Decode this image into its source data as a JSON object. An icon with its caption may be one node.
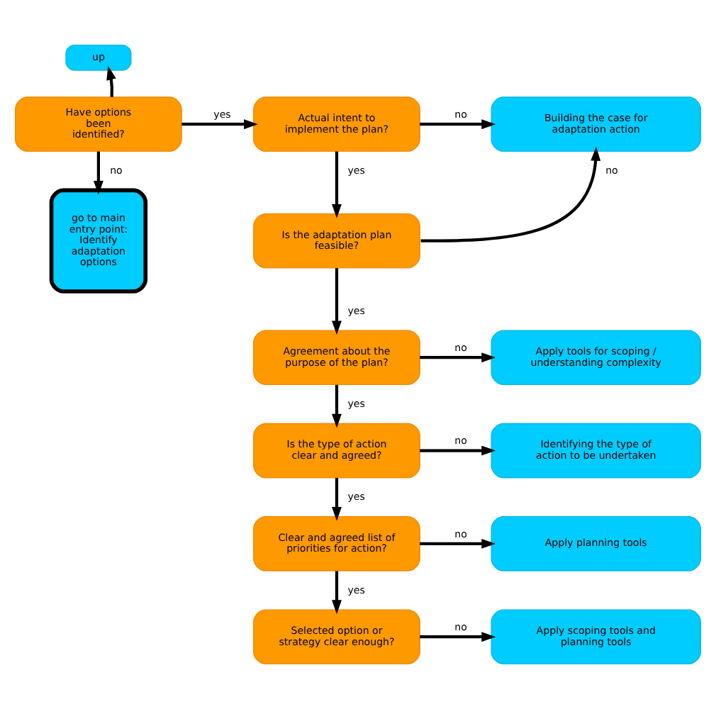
{
  "diagram": {
    "nodes": [
      {
        "text": [
          "up"
        ]
      },
      {
        "text": [
          "Have options been identified?"
        ]
      },
      {
        "text": [
          "go to main entry point: Identify adaptation options"
        ]
      },
      {
        "text": [
          "Actual intent to implement the plan?"
        ]
      },
      {
        "text": [
          "Building the case for adaptation action"
        ]
      },
      {
        "text": [
          "Is the adaptation plan feasible?"
        ]
      },
      {
        "text": [
          "Agreement about the purpose of the plan?"
        ]
      },
      {
        "text": [
          "Apply tools for scoping / understanding complexity"
        ]
      },
      {
        "text": [
          "Is the type of action clear and agreed?"
        ]
      },
      {
        "text": [
          "Identifying the type of action to be undertaken"
        ]
      },
      {
        "text": [
          "Clear and agreed list of priorities for action?"
        ]
      },
      {
        "text": [
          "Apply planning tools"
        ]
      },
      {
        "text": [
          "Selected option or strategy clear enough?"
        ]
      },
      {
        "text": [
          "Apply scoping tools and planning tools"
        ]
      }
    ],
    "edges": [
      {
        "from": 1,
        "to": 0,
        "arrow": "to"
      },
      {
        "from": 1,
        "to": 2,
        "label": "no",
        "arrow": "to"
      },
      {
        "from": 1,
        "to": 3,
        "label": "yes",
        "arrow": "to"
      },
      {
        "from": 3,
        "to": 4,
        "label": "no",
        "arrow": "to"
      },
      {
        "from": 3,
        "to": 5,
        "label": "yes",
        "arrow": "to"
      },
      {
        "from": 5,
        "to": 4,
        "label": "no",
        "arrow": "to"
      },
      {
        "from": 5,
        "to": 6,
        "label": "yes",
        "arrow": "to"
      },
      {
        "from": 6,
        "to": 7,
        "label": "no",
        "arrow": "to"
      },
      {
        "from": 6,
        "to": 8,
        "label": "yes",
        "arrow": "to"
      },
      {
        "from": 8,
        "to": 9,
        "label": "no",
        "arrow": "to"
      },
      {
        "from": 8,
        "to": 10,
        "label": "yes",
        "arrow": "to"
      },
      {
        "from": 10,
        "to": 11,
        "label": "no",
        "arrow": "to"
      },
      {
        "from": 10,
        "to": 12,
        "label": "yes",
        "arrow": "to"
      },
      {
        "from": 12,
        "to": 13,
        "label": "no",
        "arrow": "to"
      }
    ]
  }
}
